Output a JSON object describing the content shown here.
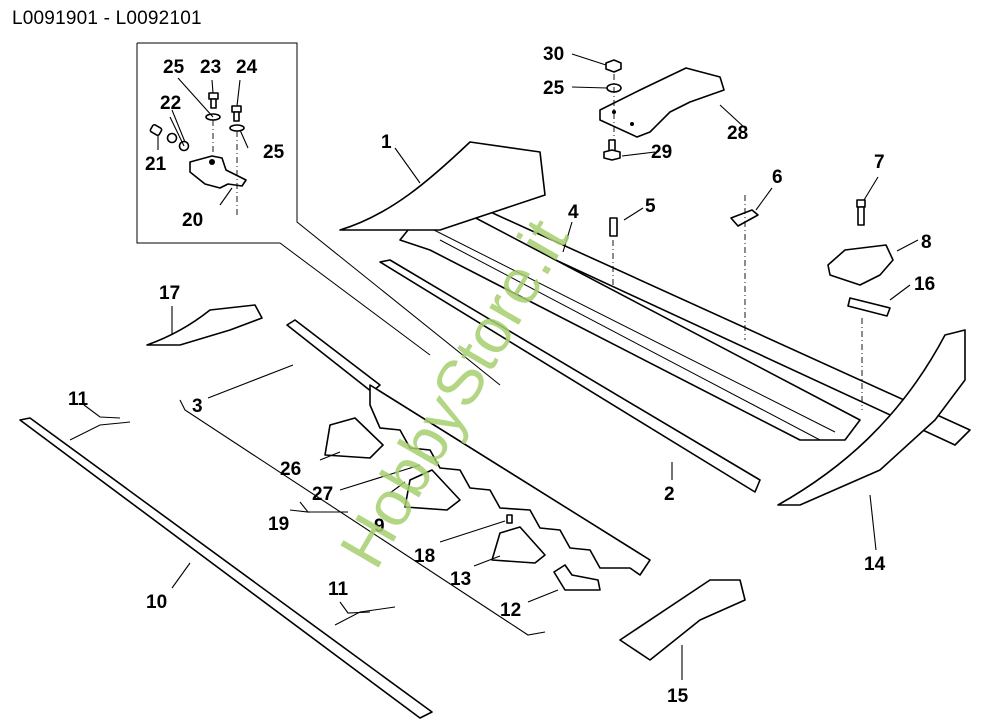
{
  "header": {
    "title": "L0091901 - L0092101"
  },
  "watermark": {
    "text": "HobbyStore.it",
    "color": "#a6cf6f"
  },
  "callouts": [
    {
      "id": "c1",
      "label": "1"
    },
    {
      "id": "c2",
      "label": "2"
    },
    {
      "id": "c3",
      "label": "3"
    },
    {
      "id": "c4",
      "label": "4"
    },
    {
      "id": "c5",
      "label": "5"
    },
    {
      "id": "c6",
      "label": "6"
    },
    {
      "id": "c7",
      "label": "7"
    },
    {
      "id": "c8",
      "label": "8"
    },
    {
      "id": "c9",
      "label": "9"
    },
    {
      "id": "c10",
      "label": "10"
    },
    {
      "id": "c11a",
      "label": "11"
    },
    {
      "id": "c11b",
      "label": "11"
    },
    {
      "id": "c12",
      "label": "12"
    },
    {
      "id": "c13",
      "label": "13"
    },
    {
      "id": "c14",
      "label": "14"
    },
    {
      "id": "c15",
      "label": "15"
    },
    {
      "id": "c16",
      "label": "16"
    },
    {
      "id": "c17",
      "label": "17"
    },
    {
      "id": "c18",
      "label": "18"
    },
    {
      "id": "c19",
      "label": "19"
    },
    {
      "id": "c20",
      "label": "20"
    },
    {
      "id": "c21",
      "label": "21"
    },
    {
      "id": "c22",
      "label": "22"
    },
    {
      "id": "c23",
      "label": "23"
    },
    {
      "id": "c24",
      "label": "24"
    },
    {
      "id": "c25a",
      "label": "25"
    },
    {
      "id": "c25b",
      "label": "25"
    },
    {
      "id": "c25c",
      "label": "25"
    },
    {
      "id": "c26",
      "label": "26"
    },
    {
      "id": "c27",
      "label": "27"
    },
    {
      "id": "c28",
      "label": "28"
    },
    {
      "id": "c29",
      "label": "29"
    },
    {
      "id": "c30",
      "label": "30"
    }
  ]
}
